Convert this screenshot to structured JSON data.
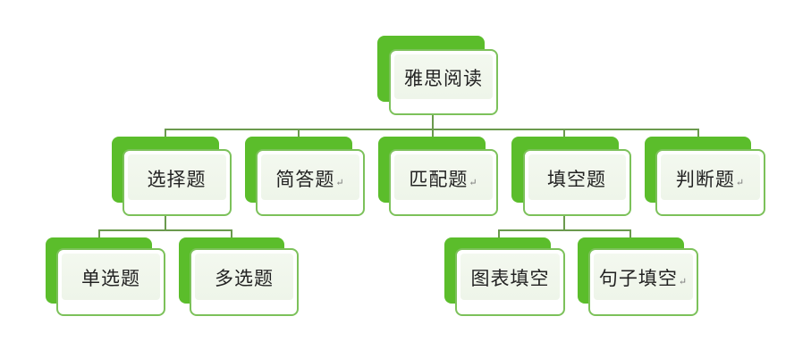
{
  "diagram": {
    "title": "雅思阅读 题型结构图",
    "root": {
      "label": "雅思阅读"
    },
    "level1": [
      {
        "label": "选择题",
        "return_mark": ""
      },
      {
        "label": "简答题",
        "return_mark": "↵"
      },
      {
        "label": "匹配题",
        "return_mark": "↵"
      },
      {
        "label": "填空题",
        "return_mark": ""
      },
      {
        "label": "判断题",
        "return_mark": "↵"
      }
    ],
    "level2": {
      "choice_children": [
        {
          "label": "单选题",
          "return_mark": ""
        },
        {
          "label": "多选题",
          "return_mark": ""
        }
      ],
      "fill_children": [
        {
          "label": "图表填空",
          "return_mark": ""
        },
        {
          "label": "句子填空",
          "return_mark": "↵"
        }
      ]
    },
    "colors": {
      "accent_green": "#5bbd2b",
      "border_green": "#7cc15a",
      "connector": "#6b9a4e"
    }
  }
}
